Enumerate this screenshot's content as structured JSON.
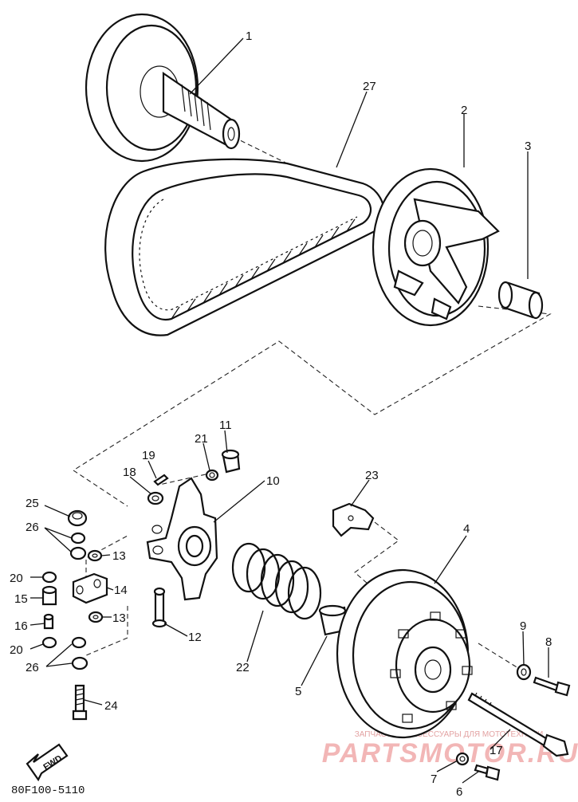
{
  "diagram": {
    "part_code": "80F100-5110",
    "direction_label": "FWD",
    "watermark": {
      "tagline": "ЗАПЧАСТИ И АКСЕССУАРЫ ДЛЯ МОТОТЕХНИКИ",
      "brand": "PARTSMOTOR.RU"
    },
    "labels": [
      "1",
      "27",
      "2",
      "3",
      "11",
      "21",
      "19",
      "18",
      "10",
      "23",
      "25",
      "26",
      "13",
      "14",
      "20",
      "15",
      "16",
      "13",
      "20",
      "26",
      "12",
      "24",
      "22",
      "5",
      "4",
      "9",
      "8",
      "17",
      "7",
      "6"
    ]
  }
}
